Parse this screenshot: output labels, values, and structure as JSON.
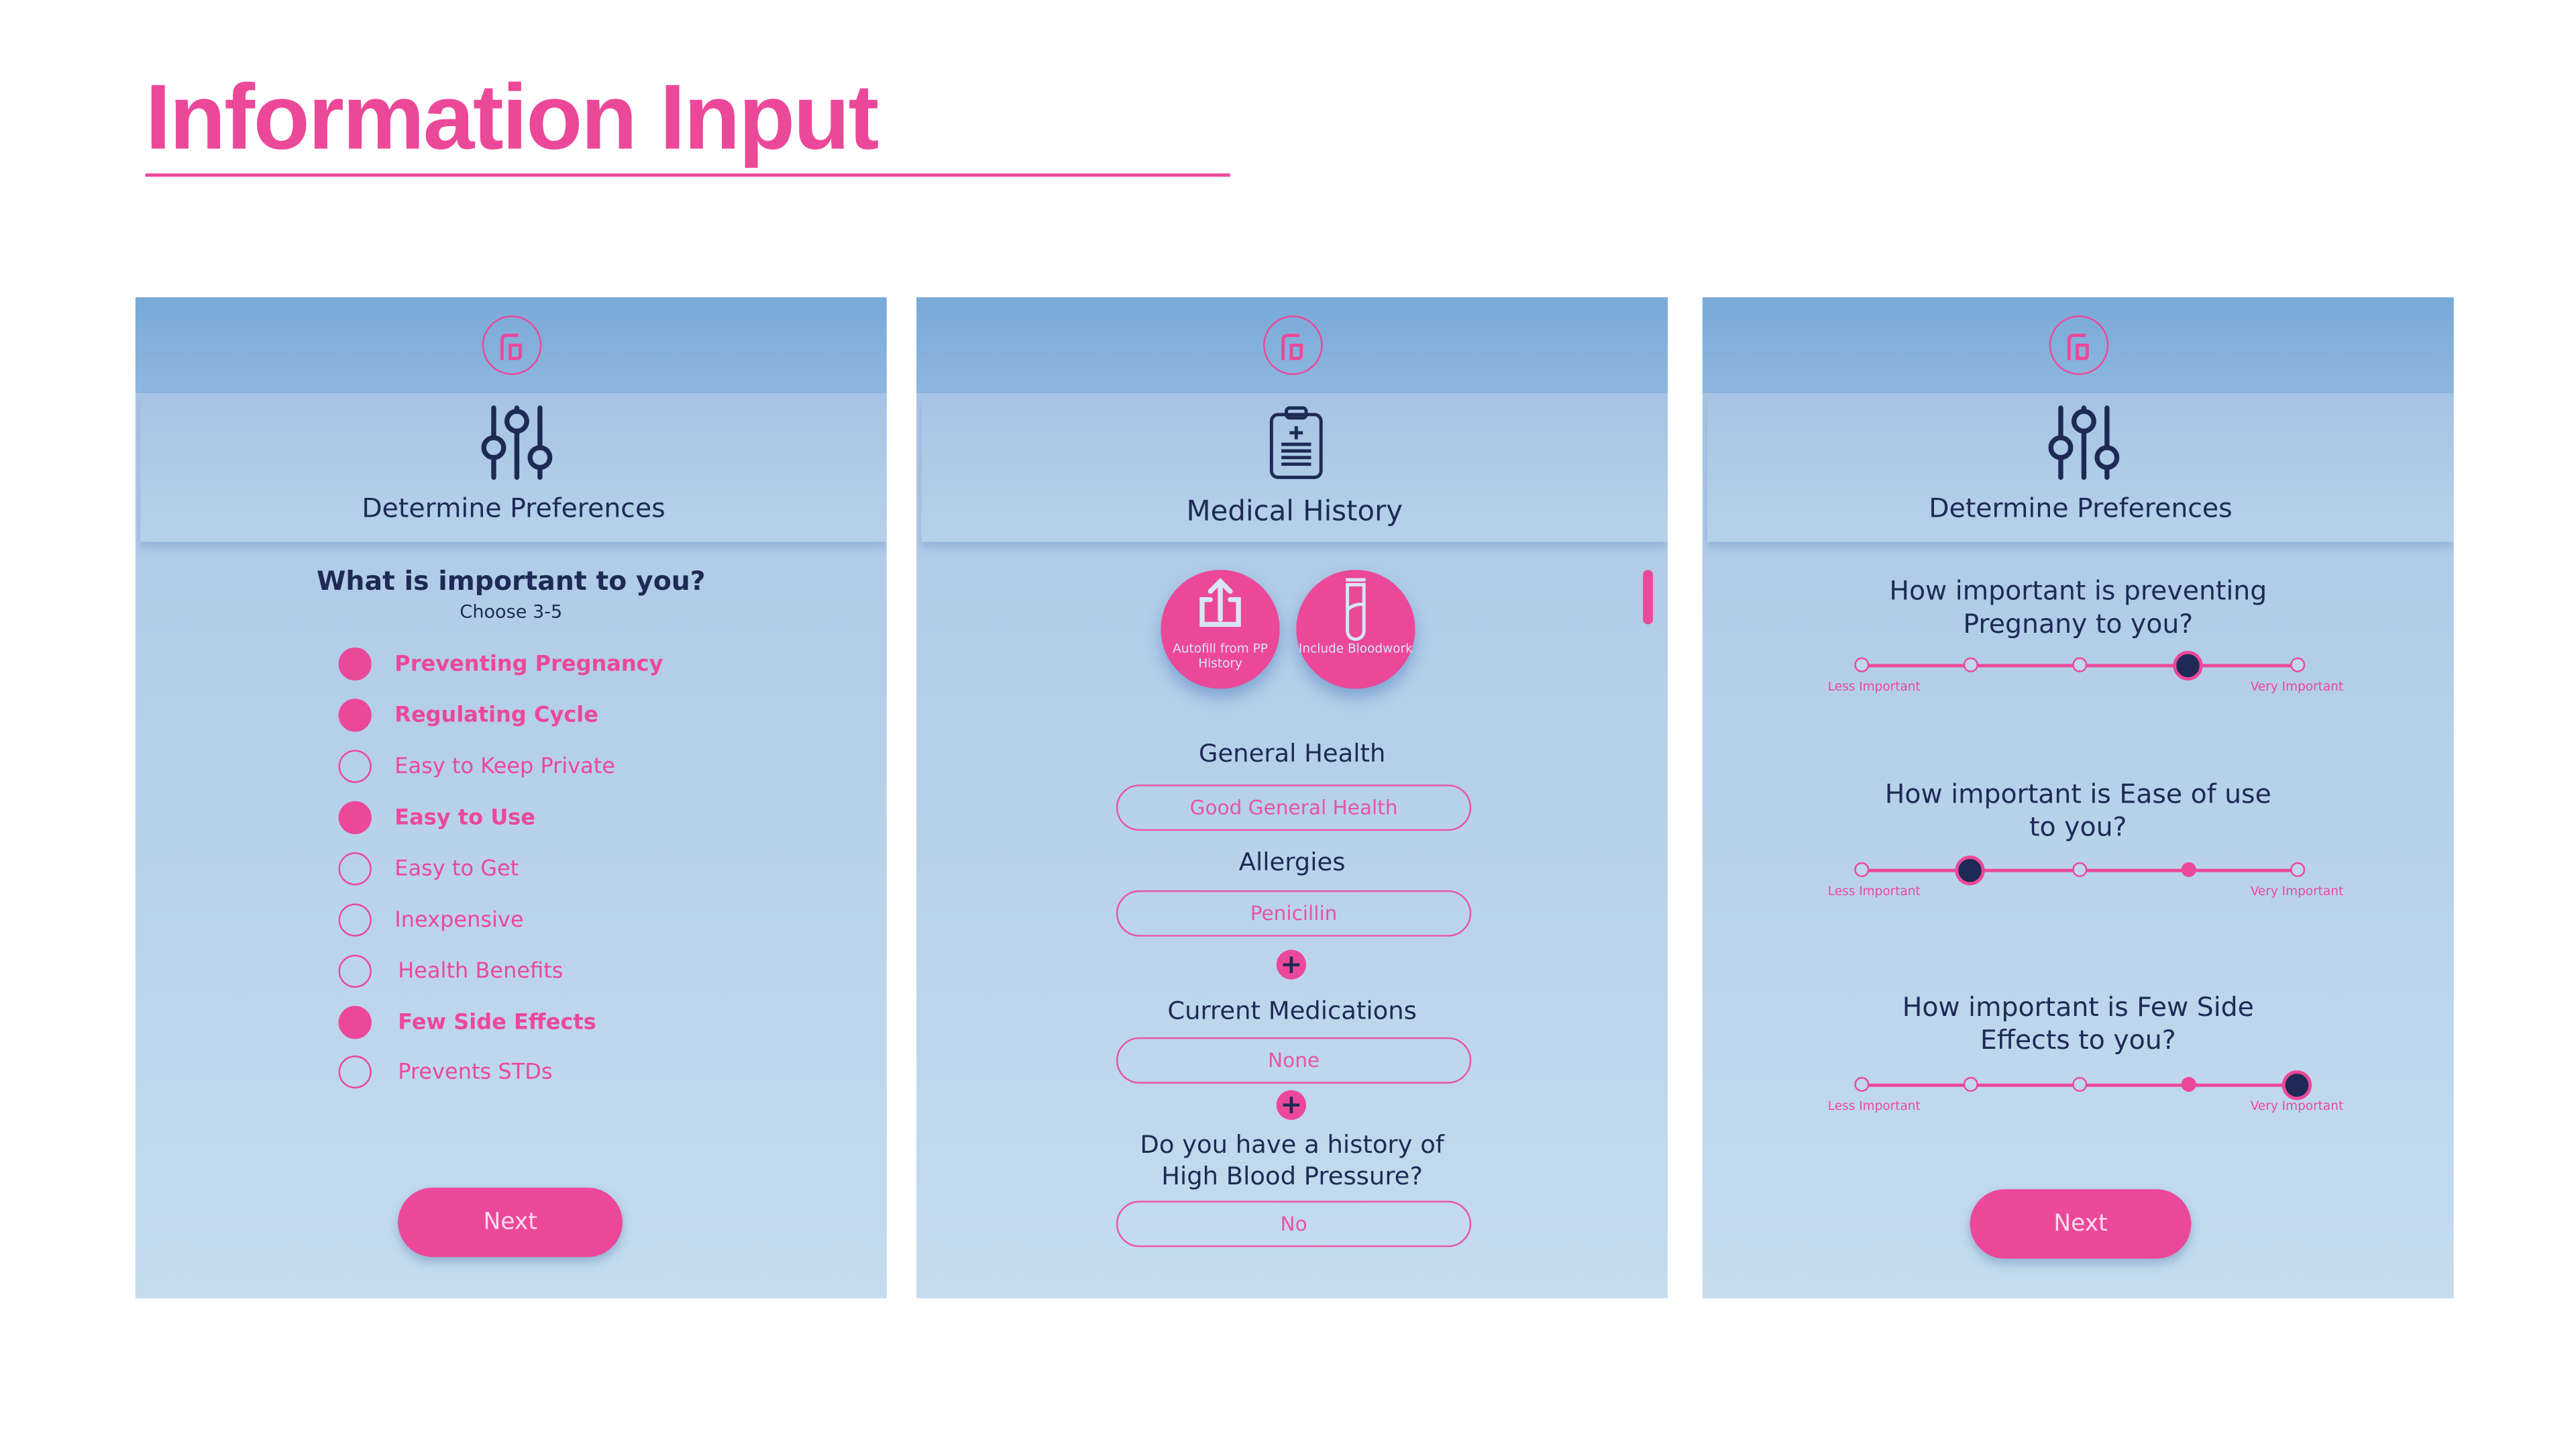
{
  "page_title": "Information Input",
  "colors": {
    "accent": "#ec4899",
    "navy": "#1e2a55",
    "panel_bg": "#c5dcee"
  },
  "panel1": {
    "logo_icon": "planned-parenthood-logo",
    "header_icon": "sliders-icon",
    "header_title": "Determine Preferences",
    "question": "What is important to you?",
    "hint": "Choose 3-5",
    "options": [
      {
        "label": "Preventing Pregnancy",
        "selected": true
      },
      {
        "label": "Regulating Cycle",
        "selected": true
      },
      {
        "label": "Easy to Keep Private",
        "selected": false
      },
      {
        "label": "Easy to Use",
        "selected": true
      },
      {
        "label": "Easy to Get",
        "selected": false
      },
      {
        "label": "Inexpensive",
        "selected": false
      },
      {
        "label": "Health Benefits",
        "selected": false
      },
      {
        "label": "Few Side Effects",
        "selected": true
      },
      {
        "label": "Prevents STDs",
        "selected": false
      }
    ],
    "next_label": "Next"
  },
  "panel2": {
    "logo_icon": "planned-parenthood-logo",
    "header_icon": "clipboard-icon",
    "header_title": "Medical History",
    "actions": [
      {
        "label": "Autofill from PP History",
        "icon": "share-upload-icon"
      },
      {
        "label": "Include Bloodwork",
        "icon": "test-tube-icon"
      }
    ],
    "fields": [
      {
        "label": "General Health",
        "value": "Good General Health"
      },
      {
        "label": "Allergies",
        "value": "Penicillin"
      },
      {
        "label": "Current Medications",
        "value": "None"
      },
      {
        "label": "Do you have a history of High Blood Pressure?",
        "value": "No"
      }
    ]
  },
  "panel3": {
    "logo_icon": "planned-parenthood-logo",
    "header_icon": "sliders-icon",
    "header_title": "Determine Preferences",
    "scale_min_label": "Less Important",
    "scale_max_label": "Very Important",
    "questions": [
      {
        "text": "How important is preventing Pregnany to you?",
        "value": 4,
        "marked": null,
        "max": 5
      },
      {
        "text": "How important is Ease of use to you?",
        "value": 2,
        "marked": 4,
        "max": 5
      },
      {
        "text": "How important is Few Side Effects to you?",
        "value": 5,
        "marked": 4,
        "max": 5
      }
    ],
    "next_label": "Next"
  }
}
